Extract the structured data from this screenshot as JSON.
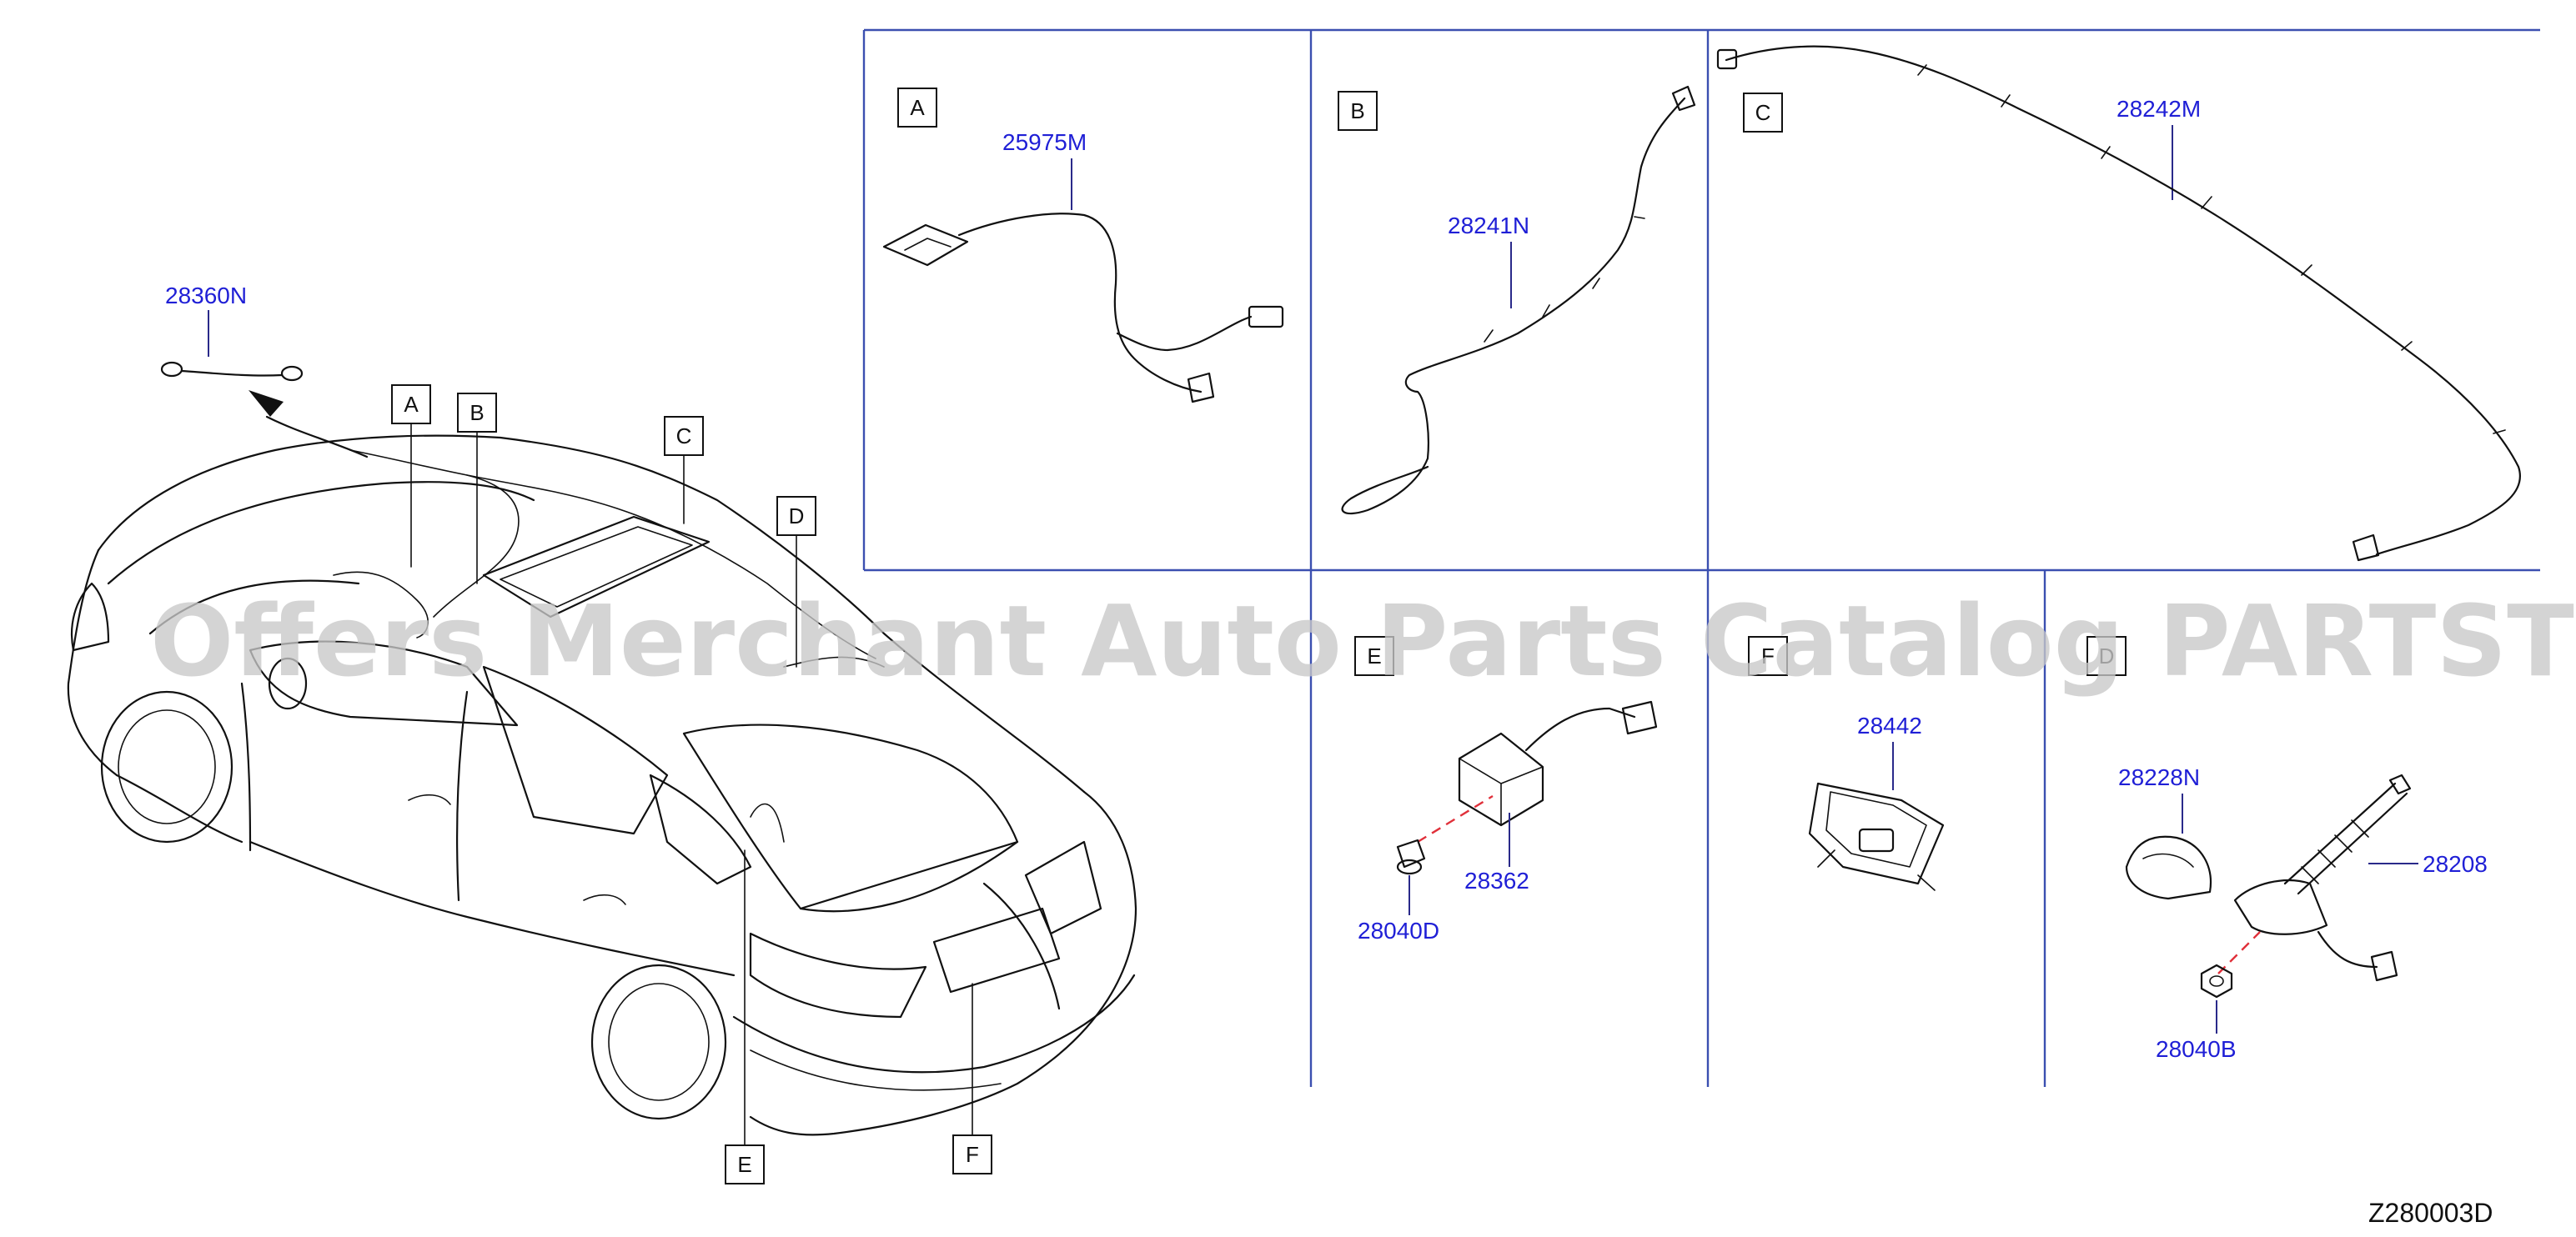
{
  "watermark": "Offers Merchant Auto Parts Catalog PARTSTORE.SA",
  "diagram_code": "Z280003D",
  "colors": {
    "frame": "#3b4fb0",
    "part_label": "#1f1fd6",
    "leader_red": "#e0303a"
  },
  "car_callouts": [
    "A",
    "B",
    "C",
    "D",
    "E",
    "F"
  ],
  "car_part": "28360N",
  "panels": [
    {
      "id": "A",
      "parts": [
        "25975M"
      ]
    },
    {
      "id": "B",
      "parts": [
        "28241N"
      ]
    },
    {
      "id": "C",
      "parts": [
        "28242M"
      ]
    },
    {
      "id": "E",
      "parts": [
        "28362",
        "28040D"
      ]
    },
    {
      "id": "F",
      "parts": [
        "28442"
      ]
    },
    {
      "id": "D",
      "parts": [
        "28228N",
        "28208",
        "28040B"
      ]
    }
  ]
}
